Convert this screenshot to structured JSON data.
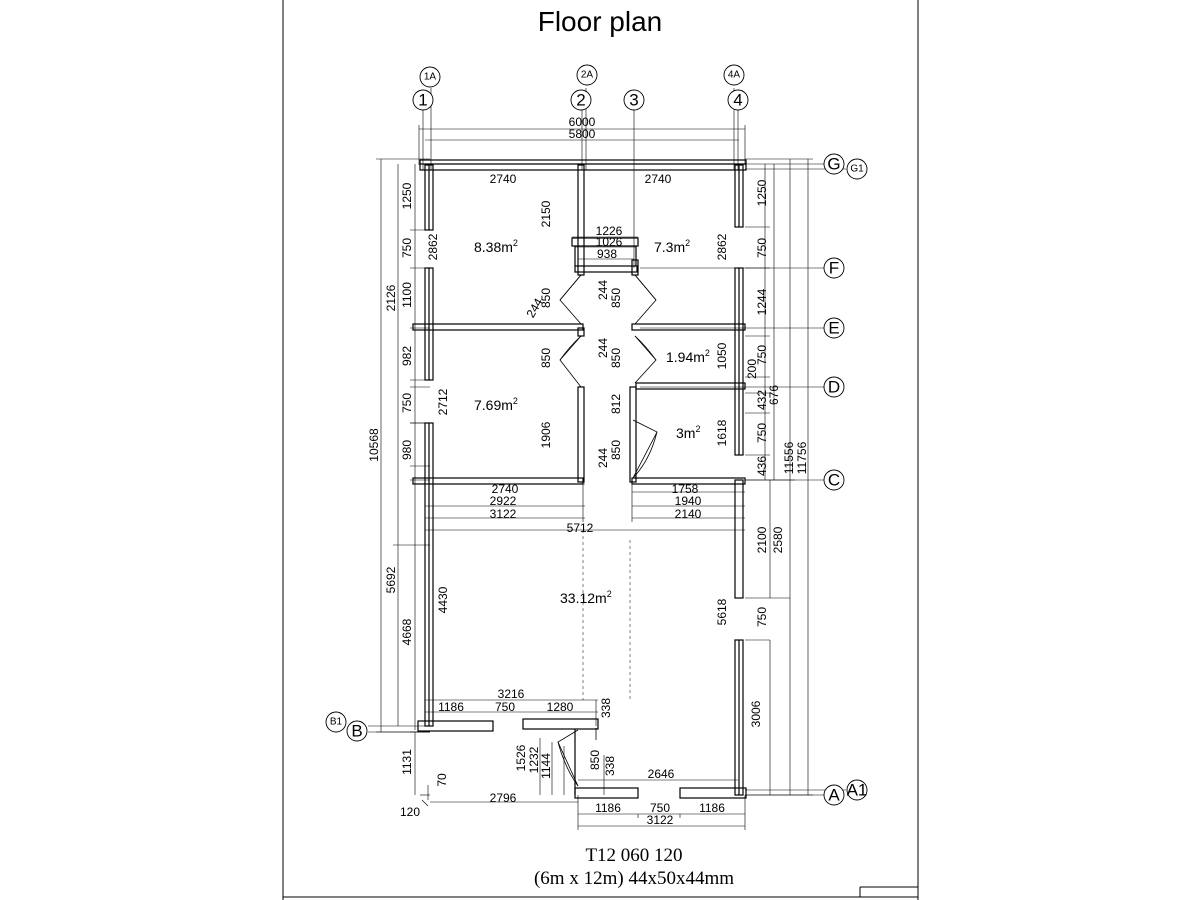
{
  "title": "Floor plan",
  "footer": {
    "line1": "T12 060 120",
    "line2": "(6m x 12m) 44x50x44mm"
  },
  "grid_labels": {
    "c1": "1",
    "c1a": "1A",
    "c2": "2",
    "c2a": "2A",
    "c3": "3",
    "c4": "4",
    "c4a": "4A",
    "rG": "G",
    "rG1": "G1",
    "rF": "F",
    "rE": "E",
    "rD": "D",
    "rC": "C",
    "rB": "B",
    "rB1": "B1",
    "rA": "A",
    "rA1": "A1"
  },
  "rooms": {
    "r1": {
      "value": "8.38",
      "unit": "m",
      "sup": "2"
    },
    "r2": {
      "value": "7.3",
      "unit": "m",
      "sup": "2"
    },
    "r3": {
      "value": "1.94",
      "unit": "m",
      "sup": "2"
    },
    "r4": {
      "value": "7.69",
      "unit": "m",
      "sup": "2"
    },
    "r5": {
      "value": "3",
      "unit": "m",
      "sup": "2"
    },
    "r6": {
      "value": "33.12",
      "unit": "m",
      "sup": "2"
    }
  },
  "dims": {
    "top_total": "6000",
    "top_inner": "5800",
    "top_left": "2740",
    "top_right": "2740",
    "c1226": "1226",
    "c1026": "1026",
    "c938": "938",
    "l2150": "2150",
    "l2862a": "2862",
    "l2862b": "2862",
    "l1250": "1250",
    "l750a": "750",
    "l1100": "1100",
    "l2126": "2126",
    "l982": "982",
    "l750b": "750",
    "l980": "980",
    "l10568": "10568",
    "l5692": "5692",
    "l4668": "4668",
    "l4430": "4430",
    "l1131": "1131",
    "l70": "70",
    "l120": "120",
    "r1250": "1250",
    "r750a": "750",
    "r1244": "1244",
    "r750b": "750",
    "r200": "200",
    "r432": "432",
    "r676": "676",
    "r750c": "750",
    "r436": "436",
    "r11556": "11556",
    "r11756": "11756",
    "r2100": "2100",
    "r2580": "2580",
    "r750d": "750",
    "r3006": "3006",
    "d850a": "850",
    "d244a": "244",
    "d244b": "244",
    "d850b": "850",
    "d850c": "850",
    "d244c": "244",
    "d850d": "850",
    "d1050": "1050",
    "d2712": "2712",
    "d1906": "1906",
    "d812": "812",
    "d1618": "1618",
    "d244d": "244",
    "d850e": "850",
    "b2740": "2740",
    "b2922": "2922",
    "b3122": "3122",
    "b1758": "1758",
    "b1940": "1940",
    "b2140": "2140",
    "b5712": "5712",
    "m5618": "5618",
    "e3216": "3216",
    "e1186a": "1186",
    "e750a": "750",
    "e1280": "1280",
    "e338a": "338",
    "e1526": "1526",
    "e1232": "1232",
    "e1144": "1144",
    "e850": "850",
    "e338b": "338",
    "e2646": "2646",
    "e2796": "2796",
    "f1186a": "1186",
    "f750": "750",
    "f1186b": "1186",
    "f3122": "3122"
  }
}
